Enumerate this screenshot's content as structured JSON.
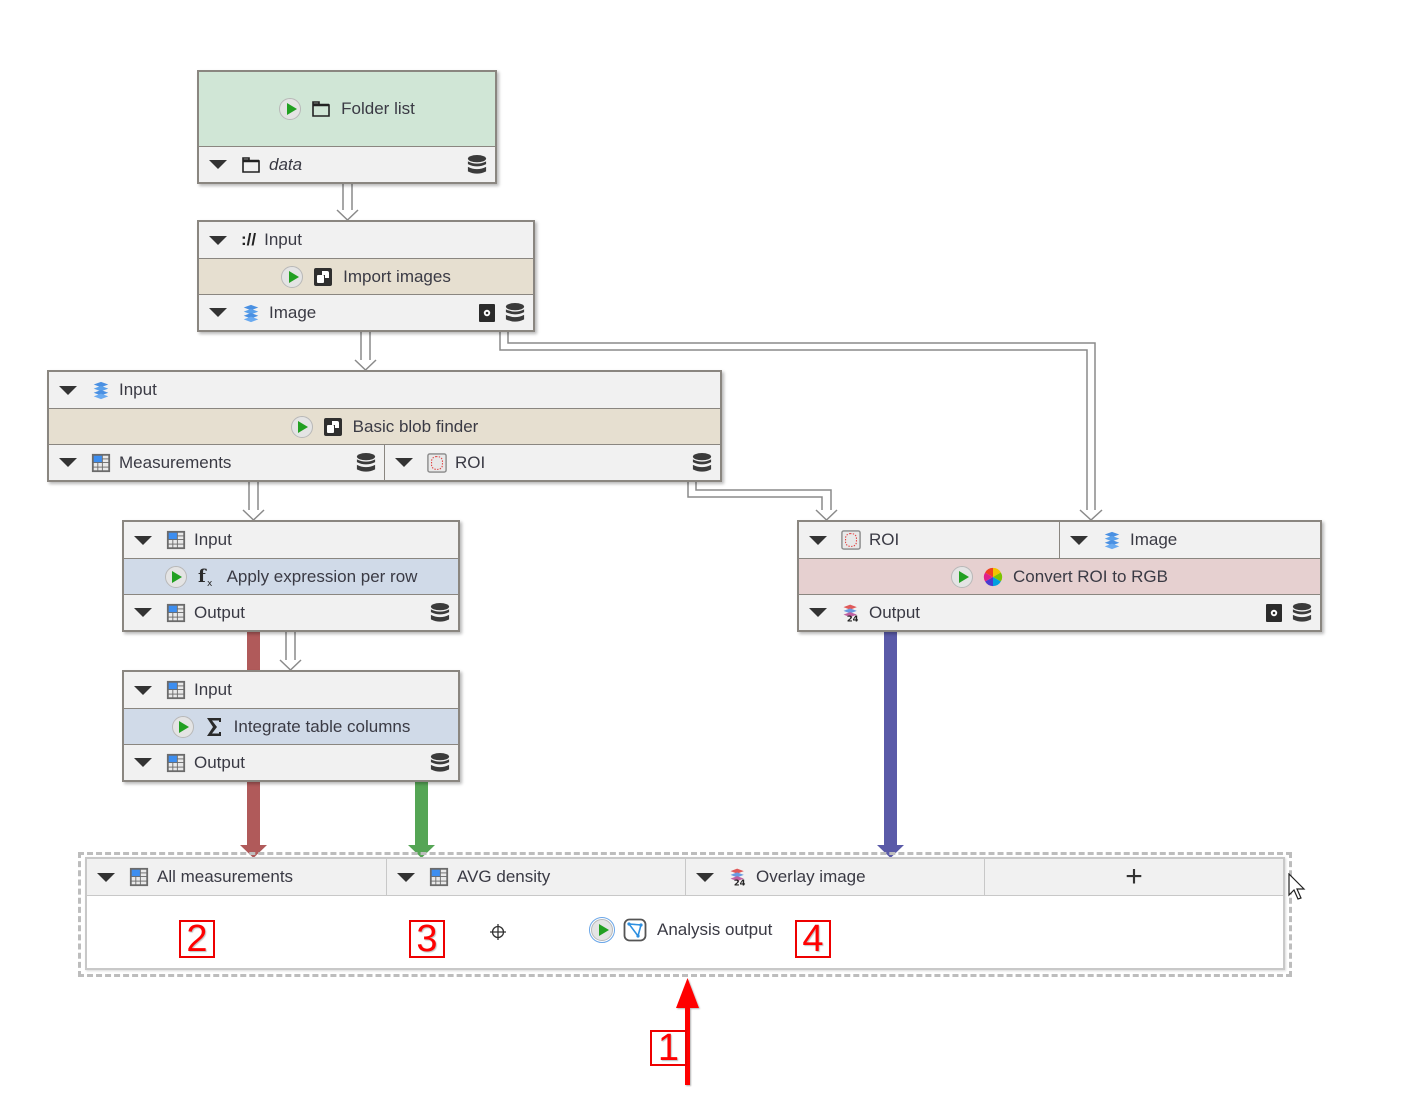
{
  "nodes": {
    "folder_list": {
      "title": "Folder list",
      "icon": "folder-icon",
      "outputs": [
        {
          "label": "data",
          "icon": "folder-icon",
          "italic": true
        }
      ],
      "color": "#d0e6d6"
    },
    "import_images": {
      "title": "Import images",
      "icon": "algorithm-icon",
      "inputs": [
        {
          "label": "Input",
          "icon": "path-icon",
          "glyph": "://"
        }
      ],
      "outputs": [
        {
          "label": "Image",
          "icon": "image-stack-icon"
        }
      ],
      "color": "#e6dfd0"
    },
    "blob_finder": {
      "title": "Basic blob finder",
      "icon": "algorithm-icon",
      "inputs": [
        {
          "label": "Input",
          "icon": "image-stack-icon"
        }
      ],
      "outputs": [
        {
          "label": "Measurements",
          "icon": "table-icon"
        },
        {
          "label": "ROI",
          "icon": "roi-icon"
        }
      ],
      "color": "#e6dfd0"
    },
    "apply_expression": {
      "title": "Apply expression per row",
      "icon": "function-icon",
      "inputs": [
        {
          "label": "Input",
          "icon": "table-icon"
        }
      ],
      "outputs": [
        {
          "label": "Output",
          "icon": "table-icon"
        }
      ],
      "color": "#d0dae8"
    },
    "integrate_columns": {
      "title": "Integrate table columns",
      "icon": "sigma-icon",
      "inputs": [
        {
          "label": "Input",
          "icon": "table-icon"
        }
      ],
      "outputs": [
        {
          "label": "Output",
          "icon": "table-icon"
        }
      ],
      "color": "#d0dae8"
    },
    "convert_roi": {
      "title": "Convert ROI to RGB",
      "icon": "color-wheel-icon",
      "inputs": [
        {
          "label": "ROI",
          "icon": "roi-icon"
        },
        {
          "label": "Image",
          "icon": "image-stack-icon"
        }
      ],
      "outputs": [
        {
          "label": "Output",
          "icon": "rgb-image-icon"
        }
      ],
      "color": "#e6d0d0"
    },
    "analysis_output": {
      "title": "Analysis output",
      "icon": "graph-icon",
      "inputs": [
        {
          "label": "All measurements",
          "icon": "table-icon"
        },
        {
          "label": "AVG density",
          "icon": "table-icon"
        },
        {
          "label": "Overlay image",
          "icon": "rgb-image-icon"
        }
      ],
      "add_label": "+"
    }
  },
  "edge_colors": {
    "default": "#8a8a8a",
    "table_red": "#b05a5a",
    "table_green": "#55a555",
    "image_blue": "#5a5aa8"
  },
  "annotations": [
    "1",
    "2",
    "3",
    "4"
  ],
  "annotation_color": "#ff0000"
}
